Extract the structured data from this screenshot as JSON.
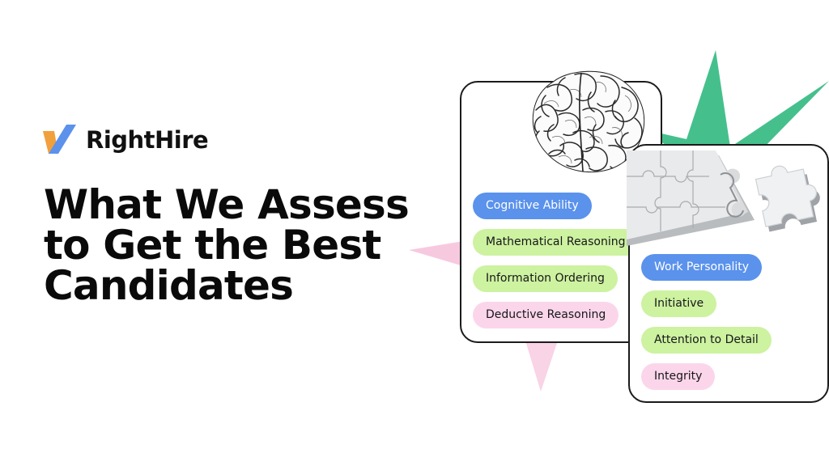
{
  "brand": {
    "name": "RightHire",
    "logo_icon": "righthire-checkmark-logo",
    "colors": {
      "orange": "#F0A03C",
      "blue": "#5C92EC"
    }
  },
  "headline": {
    "text": "What We Assess to Get the Best Candidates",
    "line1": "What We Assess",
    "line2": "to Get the Best",
    "line3": "Candidates",
    "color": "#0a0a0a"
  },
  "decorations": {
    "green_star": {
      "icon": "green-burst-star-shape",
      "color": "#45C08C"
    },
    "pink_left_arrow": {
      "icon": "pink-triangle-left",
      "color": "#F7C9DF"
    },
    "pink_down_arrow": {
      "icon": "pink-triangle-down",
      "color": "#F9D3E6"
    },
    "brain": {
      "icon": "brain-illustration"
    },
    "puzzle": {
      "icon": "puzzle-pieces-illustration"
    }
  },
  "cards": [
    {
      "id": "cognitive",
      "name": "cognitive-ability-card",
      "pills": [
        {
          "label": "Cognitive Ability",
          "tone": "blue"
        },
        {
          "label": "Mathematical Reasoning",
          "tone": "green"
        },
        {
          "label": "Information Ordering",
          "tone": "green"
        },
        {
          "label": "Deductive Reasoning",
          "tone": "pink"
        }
      ]
    },
    {
      "id": "personality",
      "name": "work-personality-card",
      "pills": [
        {
          "label": "Work Personality",
          "tone": "blue"
        },
        {
          "label": "Initiative",
          "tone": "green"
        },
        {
          "label": "Attention to Detail",
          "tone": "green"
        },
        {
          "label": "Integrity",
          "tone": "pink"
        }
      ]
    }
  ],
  "palette": {
    "pill_blue": "#5A92EC",
    "pill_green": "#CDF2A0",
    "pill_pink": "#FBD6EA",
    "card_border": "#1b1b1b",
    "background": "#FFFFFF"
  }
}
